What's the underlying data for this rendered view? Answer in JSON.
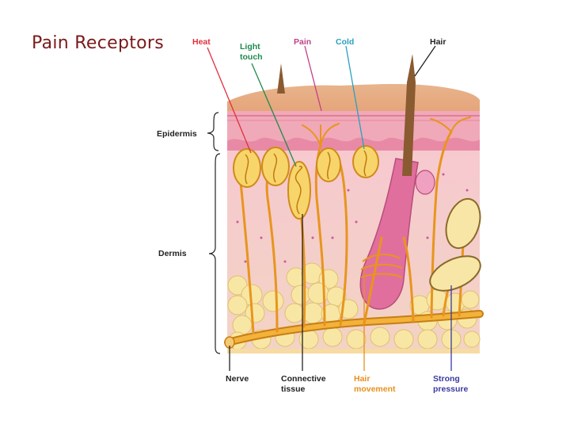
{
  "slide": {
    "title": "Pain Receptors"
  },
  "colors": {
    "title": "#7a1a1a",
    "heat": "#e0303c",
    "light_touch": "#1f8a4c",
    "pain": "#c0408a",
    "cold": "#2aa0c0",
    "hair_movement": "#e8901e",
    "strong_pressure": "#3a3aa0",
    "dark_label": "#222222"
  },
  "labels": {
    "heat": "Heat",
    "light_touch_1": "Light",
    "light_touch_2": "touch",
    "pain": "Pain",
    "cold": "Cold",
    "hair": "Hair",
    "epidermis": "Epidermis",
    "dermis": "Dermis",
    "nerve": "Nerve",
    "connective_1": "Connective",
    "connective_2": "tissue",
    "hair_movement_1": "Hair",
    "hair_movement_2": "movement",
    "strong_pressure_1": "Strong",
    "strong_pressure_2": "pressure"
  }
}
